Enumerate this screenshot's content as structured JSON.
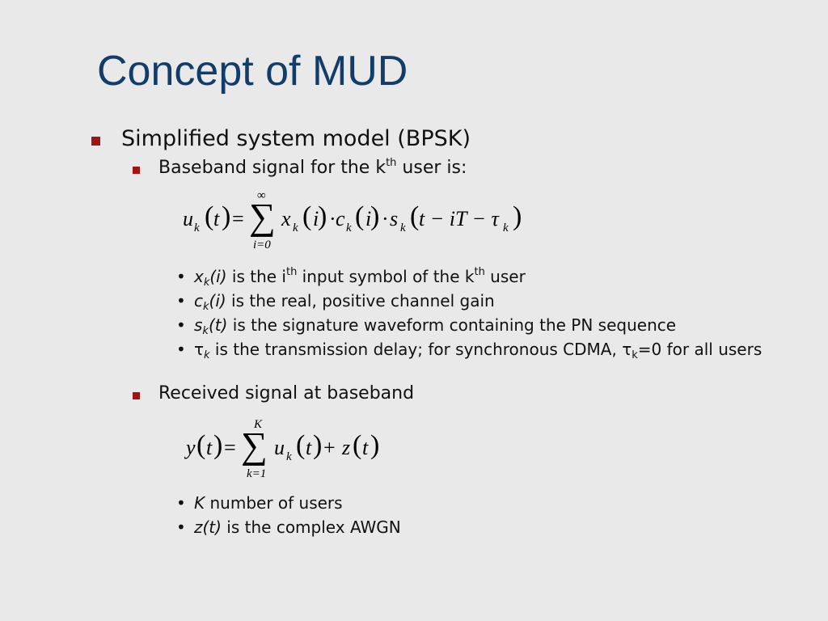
{
  "title": "Concept of MUD",
  "bullets": {
    "system_model": "Simplified system model (BPSK)",
    "baseband_a": "Baseband signal for the k",
    "baseband_sup": "th",
    "baseband_b": " user is:",
    "received": "Received signal at baseband"
  },
  "eq1": {
    "lhs": "u",
    "lhs_sub": "k",
    "arg_t": "t",
    "equals": "=",
    "sum_upper": "∞",
    "sum_lower": "i=0",
    "x": "x",
    "c": "c",
    "s": "s",
    "k": "k",
    "i": "i",
    "dot": "·",
    "t_minus_iT": "t − iT − τ",
    "tau_sub": "k"
  },
  "defs1": [
    {
      "sym": "x",
      "sub": "k",
      "arg": "(i)",
      "pre": " is the i",
      "sup1": "th",
      "mid": " input symbol of the k",
      "sup2": "th",
      "post": " user"
    },
    {
      "sym": "c",
      "sub": "k",
      "arg": "(i)",
      "text": " is the real, positive channel gain"
    },
    {
      "sym": "s",
      "sub": "k",
      "arg": "(t)",
      "text": " is the signature waveform containing the PN sequence"
    },
    {
      "sym": "τ",
      "sub": "k",
      "text_a": " is the transmission delay; for synchronous CDMA, ",
      "tau2": "τ",
      "sub2": "k",
      "text_b": "=0 for all users"
    }
  ],
  "eq2": {
    "lhs": "y",
    "arg_t": "t",
    "equals": "=",
    "sum_upper": "K",
    "sum_lower": "k=1",
    "u": "u",
    "k": "k",
    "plus": "+",
    "z": "z"
  },
  "defs2": [
    {
      "sym": "K",
      "text": " number of users"
    },
    {
      "sym": "z(t)",
      "text": " is the complex AWGN"
    }
  ],
  "bullet_char": "•"
}
